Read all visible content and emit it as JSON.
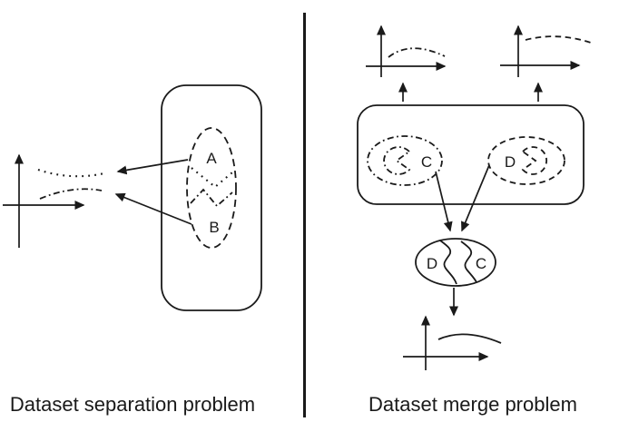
{
  "colors": {
    "ink": "#1a1a1a",
    "background": "#ffffff"
  },
  "left_panel": {
    "caption": "Dataset separation problem",
    "cluster_a_label": "A",
    "cluster_b_label": "B"
  },
  "right_panel": {
    "caption": "Dataset merge problem",
    "source_c_label": "C",
    "source_d_label": "D",
    "merged_d_label": "D",
    "merged_c_label": "C"
  }
}
